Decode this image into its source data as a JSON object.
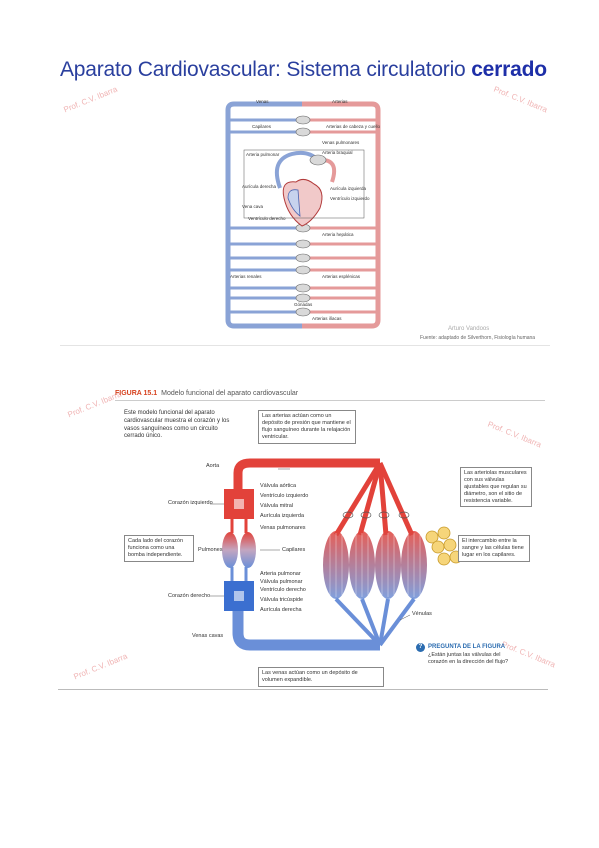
{
  "title": {
    "regular": "Aparato Cardiovascular: Sistema circulatorio",
    "bold": "cerrado"
  },
  "watermarks": [
    "Prof. C.V. Ibarra",
    "Prof. C.V. Ibarra",
    "Prof. C.V. Ibarra",
    "Prof. C.V. Ibarra",
    "Prof. C.V. Ibarra",
    "Prof. C.V. Ibarra"
  ],
  "figure1": {
    "labels": {
      "venas": "Venas",
      "arterias": "Arterias",
      "capilares": "Capilares",
      "arterias_cabeza": "Arterias de cabeza y cuello",
      "arteria_pulmonar": "Arteria pulmonar",
      "venas_pulmonares": "Venas pulmonares",
      "arteria_braquial": "Arteria braquial",
      "aurícula_derecha": "Aurícula derecha",
      "aurícula_izquierda": "Aurícula izquierda",
      "ventriculo_izquierdo": "Ventrículo izquierdo",
      "ventriculo_derecho": "Ventrículo derecho",
      "vena_cava": "Vena cava",
      "arterias_hepaticas": "Arteria hepática",
      "arterias_esplenicas": "Arterias esplénicas",
      "arterias_renales": "Arterias renales",
      "gonadas": "Gónadas",
      "arterias_iliacas": "Arterias ilíacas"
    },
    "credit_line1": "Arturo Vandoos",
    "credit_line2": "Fuente: adaptado de Silverthorn, Fisiología humana"
  },
  "figure2": {
    "fig_number": "FIGURA 15.1",
    "fig_caption": "Modelo funcional del aparato cardiovascular",
    "intro_text": "Este modelo funcional del aparato cardiovascular muestra el corazón y los vasos sanguíneos como un circuito cerrado único.",
    "top_box": "Las arterias actúan como un depósito de presión que mantiene el flujo sanguíneo durante la relajación ventricular.",
    "right_box_1": "Las arteriolas musculares con sus válvulas ajustables que regulan su diámetro, son el sitio de resistencia variable.",
    "right_box_2": "El intercambio entre la sangre y las células tiene lugar en los capilares.",
    "left_box": "Cada lado del corazón funciona como una bomba independiente.",
    "bottom_box": "Las venas actúan como un depósito de volumen expandible.",
    "labels": {
      "aorta": "Aorta",
      "corazon_izquierdo": "Corazón izquierdo",
      "valvula_aortica": "Válvula aórtica",
      "ventriculo_izquierdo": "Ventrículo izquierdo",
      "valvula_mitral": "Válvula mitral",
      "auricula_izquierda": "Aurícula izquierda",
      "venas_pulmonares": "Venas pulmonares",
      "pulmones": "Pulmones",
      "capilares": "Capilares",
      "arteria_pulmonar": "Arteria pulmonar",
      "valvula_pulmonar": "Válvula pulmonar",
      "corazon_derecho": "Corazón derecho",
      "ventriculo_derecho": "Ventrículo derecho",
      "valvula_tricuspide": "Válvula tricúspide",
      "auricula_derecha": "Aurícula derecha",
      "venas_cavas": "Venas cavas",
      "venulas": "Vénulas"
    },
    "question_title": "PREGUNTA DE LA FIGURA",
    "question_text": "¿Están juntas las válvulas del corazón en la dirección del flujo?"
  }
}
